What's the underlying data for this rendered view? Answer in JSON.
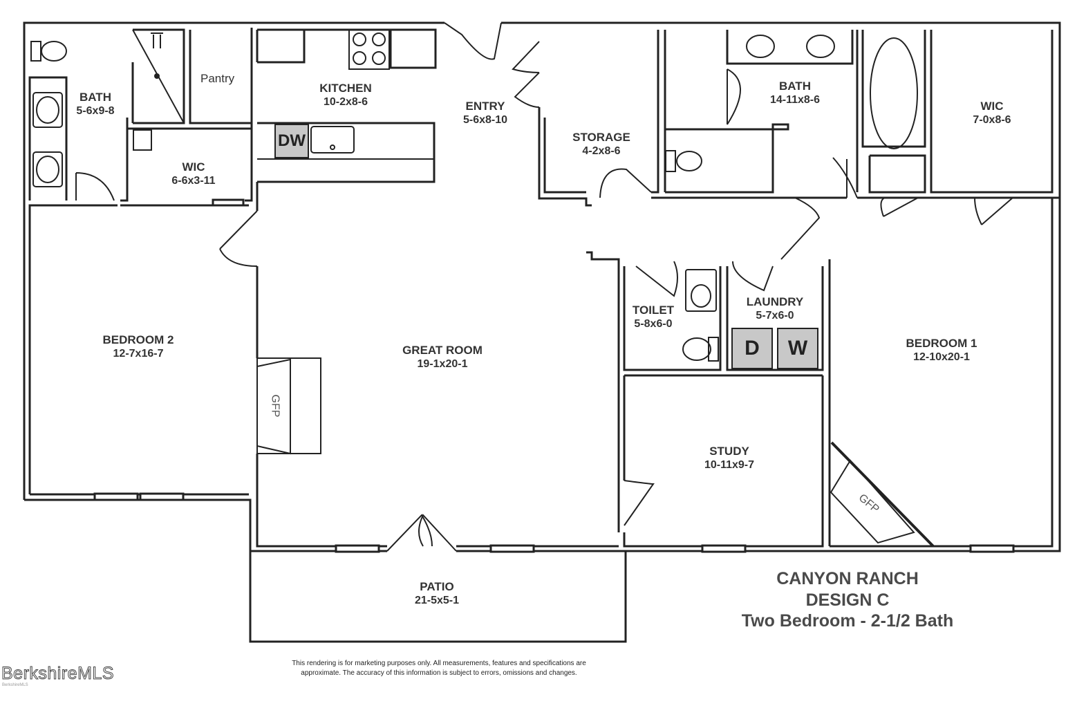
{
  "rooms": {
    "bath_left": {
      "name": "BATH",
      "dims": "5-6x9-8"
    },
    "pantry": {
      "name": "Pantry"
    },
    "kitchen": {
      "name": "KITCHEN",
      "dims": "10-2x8-6"
    },
    "entry": {
      "name": "ENTRY",
      "dims": "5-6x8-10"
    },
    "storage": {
      "name": "STORAGE",
      "dims": "4-2x8-6"
    },
    "bath_master": {
      "name": "BATH",
      "dims": "14-11x8-6"
    },
    "wic_right": {
      "name": "WIC",
      "dims": "7-0x8-6"
    },
    "wic_left": {
      "name": "WIC",
      "dims": "6-6x3-11"
    },
    "bedroom2": {
      "name": "BEDROOM 2",
      "dims": "12-7x16-7"
    },
    "great_room": {
      "name": "GREAT ROOM",
      "dims": "19-1x20-1"
    },
    "toilet": {
      "name": "TOILET",
      "dims": "5-8x6-0"
    },
    "laundry": {
      "name": "LAUNDRY",
      "dims": "5-7x6-0"
    },
    "bedroom1": {
      "name": "BEDROOM 1",
      "dims": "12-10x20-1"
    },
    "study": {
      "name": "STUDY",
      "dims": "10-11x9-7"
    },
    "patio": {
      "name": "PATIO",
      "dims": "21-5x5-1"
    }
  },
  "fixtures": {
    "dishwasher": "DW",
    "dryer": "D",
    "washer": "W",
    "fireplace_great_room": "GFP",
    "fireplace_bedroom1": "GFP"
  },
  "title": {
    "line1": "CANYON RANCH",
    "line2": "DESIGN C",
    "line3": "Two Bedroom - 2-1/2 Bath"
  },
  "disclaimer": {
    "line1": "This rendering is for marketing purposes only. All measurements, features and specifications are",
    "line2": "approximate. The accuracy of this information is subject to errors, omissions and changes."
  },
  "watermark": {
    "logo": "BerkshireMLS",
    "small": "BerkshireMLS"
  },
  "colors": {
    "wall": "#222222",
    "appliance_fill": "#c8c8c8",
    "title_text": "#4a4a4a"
  }
}
